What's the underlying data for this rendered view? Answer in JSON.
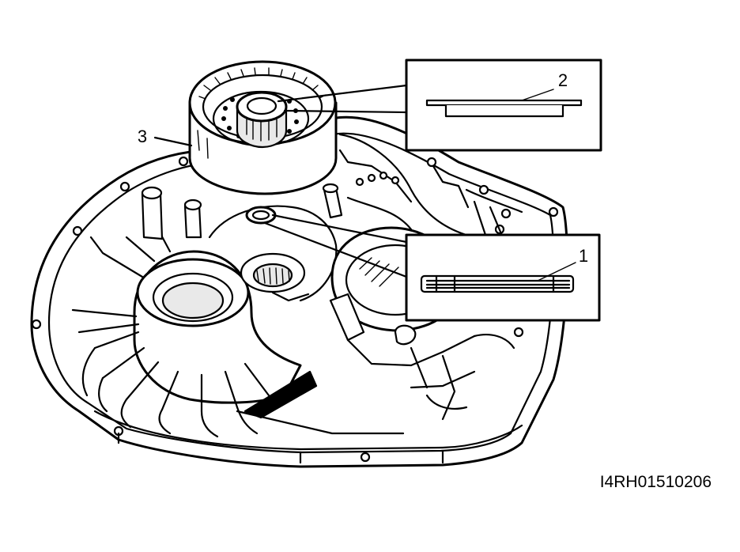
{
  "callouts": [
    {
      "id": "1",
      "label": "1"
    },
    {
      "id": "2",
      "label": "2"
    },
    {
      "id": "3",
      "label": "3"
    }
  ],
  "figure_code": "I4RH01510206"
}
